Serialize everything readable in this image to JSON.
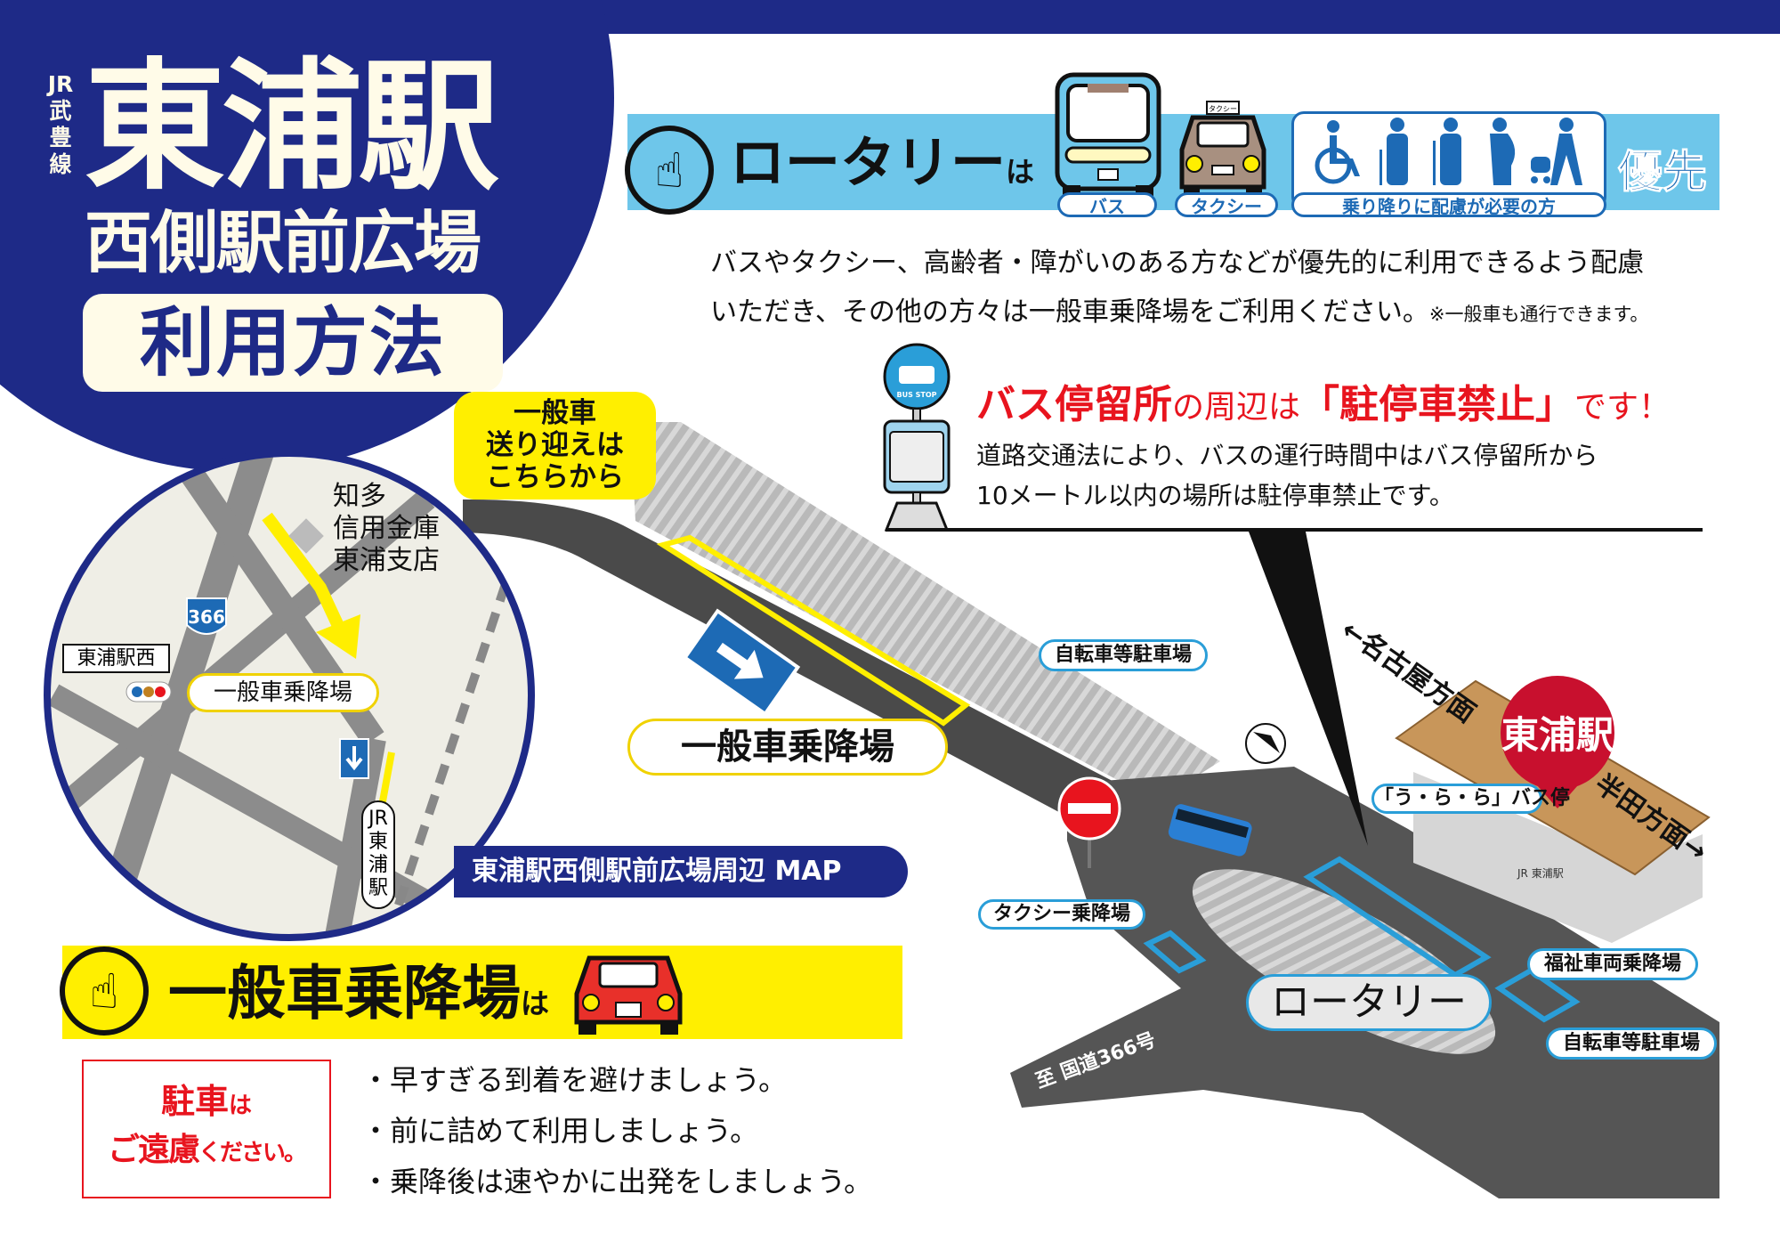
{
  "header": {
    "line_name": "JR武豊線",
    "station_title": "東浦駅",
    "subtitle": "西側駅前広場",
    "usage": "利用方法"
  },
  "rotary_banner": {
    "heading": "ロータリー",
    "particle": "は",
    "bus_label": "バス",
    "taxi_label": "タクシー",
    "taxi_roof_sign": "タクシー",
    "priority_group_label": "乗り降りに配慮が必要の方",
    "priority_word": "優先",
    "description_line1": "バスやタクシー、高齢者・障がいのある方などが優先的に利用できるよう配慮",
    "description_line2": "いただき、その他の方々は一般車乗降場をご利用ください。",
    "description_note": "※一般車も通行できます。",
    "icons": [
      "hand-pointing-icon",
      "bus-icon",
      "taxi-icon",
      "wheelchair-icon",
      "elderly-cane-icon",
      "crutch-icon",
      "pregnant-icon",
      "stroller-icon"
    ]
  },
  "bus_stop": {
    "sign_text": "BUS STOP",
    "heading_part1": "バス停留所",
    "heading_part2": "の周辺は",
    "heading_part3": "「駐停車禁止」",
    "heading_part4": "です！",
    "body_line1": "道路交通法により、バスの運行時間中はバス停留所から",
    "body_line2": "10メートル以内の場所は駐停車禁止です。"
  },
  "area_map": {
    "pickup_callout": [
      "一般車",
      "送り迎えは",
      "こちらから"
    ],
    "general_dropoff": "一般車乗降場",
    "bicycle_parking_1": "自転車等駐車場",
    "bicycle_parking_2": "自転車等駐車場",
    "direction_nagoya": "←名古屋方面",
    "direction_handa": "半田方面→",
    "station_pin": "東浦駅",
    "urara_bus_stop": "「う・ら・ら」バス停",
    "taxi_stand": "タクシー乗降場",
    "welfare_vehicle": "福祉車両乗降場",
    "rotary": "ロータリー",
    "route_366": "至 国道366号",
    "station_sign": "JR 東浦駅"
  },
  "locator_map": {
    "bank": [
      "知多",
      "信用金庫",
      "東浦支店"
    ],
    "route_shield": "366",
    "intersection": "東浦駅西",
    "dropoff": "一般車乗降場",
    "station": "JR東浦駅",
    "caption": "東浦駅西側駅前広場周辺 MAP"
  },
  "general_car": {
    "heading": "一般車乗降場",
    "particle": "は",
    "no_parking_line1_main": "駐車",
    "no_parking_line1_tail": "は",
    "no_parking_line2_main": "ご遠慮",
    "no_parking_line2_tail": "ください。",
    "bullets": [
      "・早すぎる到着を避けましょう。",
      "・前に詰めて利用しましょう。",
      "・乗降後は速やかに出発をしましょう。"
    ]
  },
  "colors": {
    "navy": "#1e2a87",
    "sky_blue": "#6ec6ea",
    "accent_blue": "#1d6ab5",
    "yellow": "#ffef00",
    "red": "#e8141e",
    "station_pin_red": "#c8102e"
  }
}
